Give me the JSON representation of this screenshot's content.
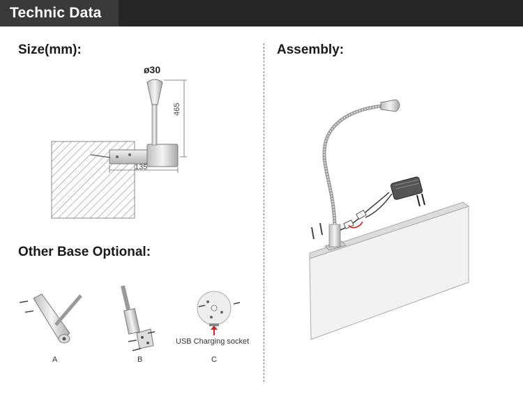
{
  "header": {
    "title": "Technic Data"
  },
  "size_section": {
    "title": "Size(mm):",
    "diameter_label": "ø30",
    "height_label": "465",
    "length_label": "135"
  },
  "assembly_section": {
    "title": "Assembly:"
  },
  "bases_section": {
    "title": "Other Base Optional:",
    "usb_label": "USB Charging socket",
    "options": [
      {
        "letter": "A"
      },
      {
        "letter": "B"
      },
      {
        "letter": "C"
      }
    ]
  },
  "colors": {
    "header_bg": "#262626",
    "text": "#1a1a1a",
    "accent_red": "#d22222"
  }
}
